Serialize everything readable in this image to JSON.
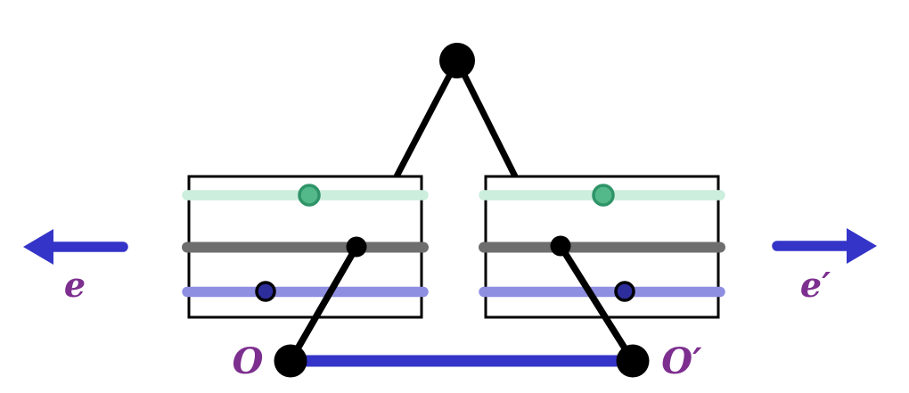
{
  "labels": {
    "left_vertex": "O",
    "right_vertex": "O′",
    "left_edge": "e",
    "right_edge": "e′"
  },
  "colors": {
    "background": "#ffffff",
    "black": "#000000",
    "edge_blue": "#3434c8",
    "label_purple": "#7d2f8f",
    "mint_bar": "#cceedd",
    "green_dot": "#54b98a",
    "green_dot_border": "#2f9468",
    "gray_bar": "#6e6e6e",
    "lavender_bar": "#8f8fe2",
    "navy_dot": "#2d2d9c"
  }
}
